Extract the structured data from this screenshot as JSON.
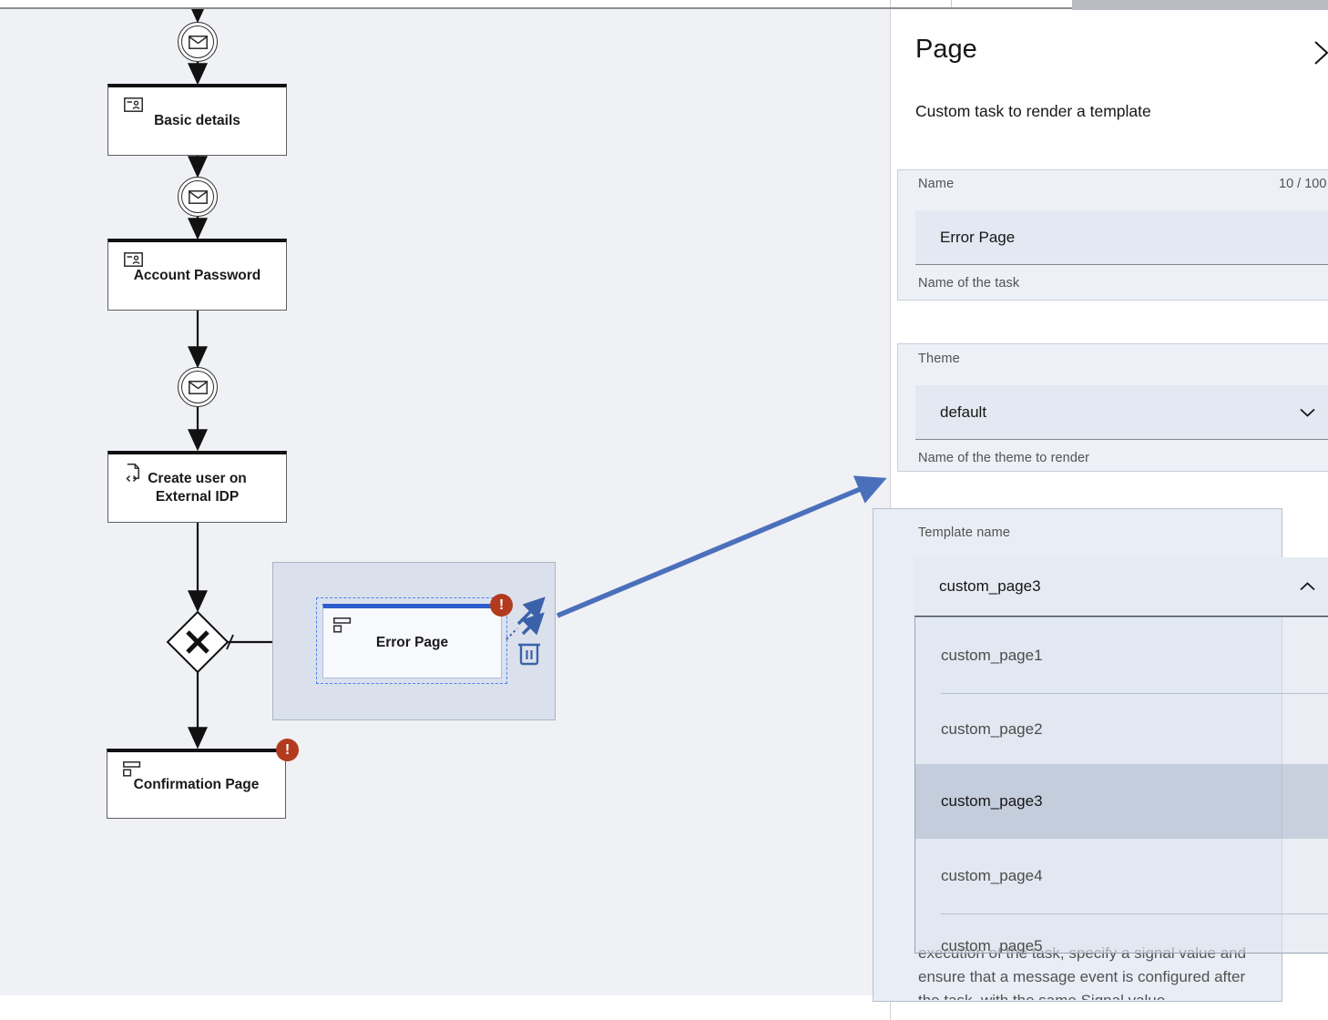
{
  "canvas": {
    "error_badge": "!",
    "nodes": [
      {
        "label": "Basic details"
      },
      {
        "label": "Account Password"
      },
      {
        "label": "Create user on External IDP"
      },
      {
        "label": "Error Page"
      },
      {
        "label": "Confirmation Page"
      }
    ]
  },
  "panel": {
    "title": "Page",
    "subtitle": "Custom task to render a template",
    "name_field": {
      "label": "Name",
      "value": "Error Page",
      "counter": "10 / 100",
      "helper": "Name of the task"
    },
    "theme_field": {
      "label": "Theme",
      "value": "default",
      "helper": "Name of the theme to render"
    },
    "template_field": {
      "label": "Template name",
      "value": "custom_page3",
      "options": [
        "custom_page1",
        "custom_page2",
        "custom_page3",
        "custom_page4",
        "custom_page5"
      ],
      "selected": "custom_page3",
      "note_lines": [
        "execution of the task, specify a signal value and",
        "ensure that a message event is configured after",
        "the task, with the same Signal value."
      ]
    }
  }
}
